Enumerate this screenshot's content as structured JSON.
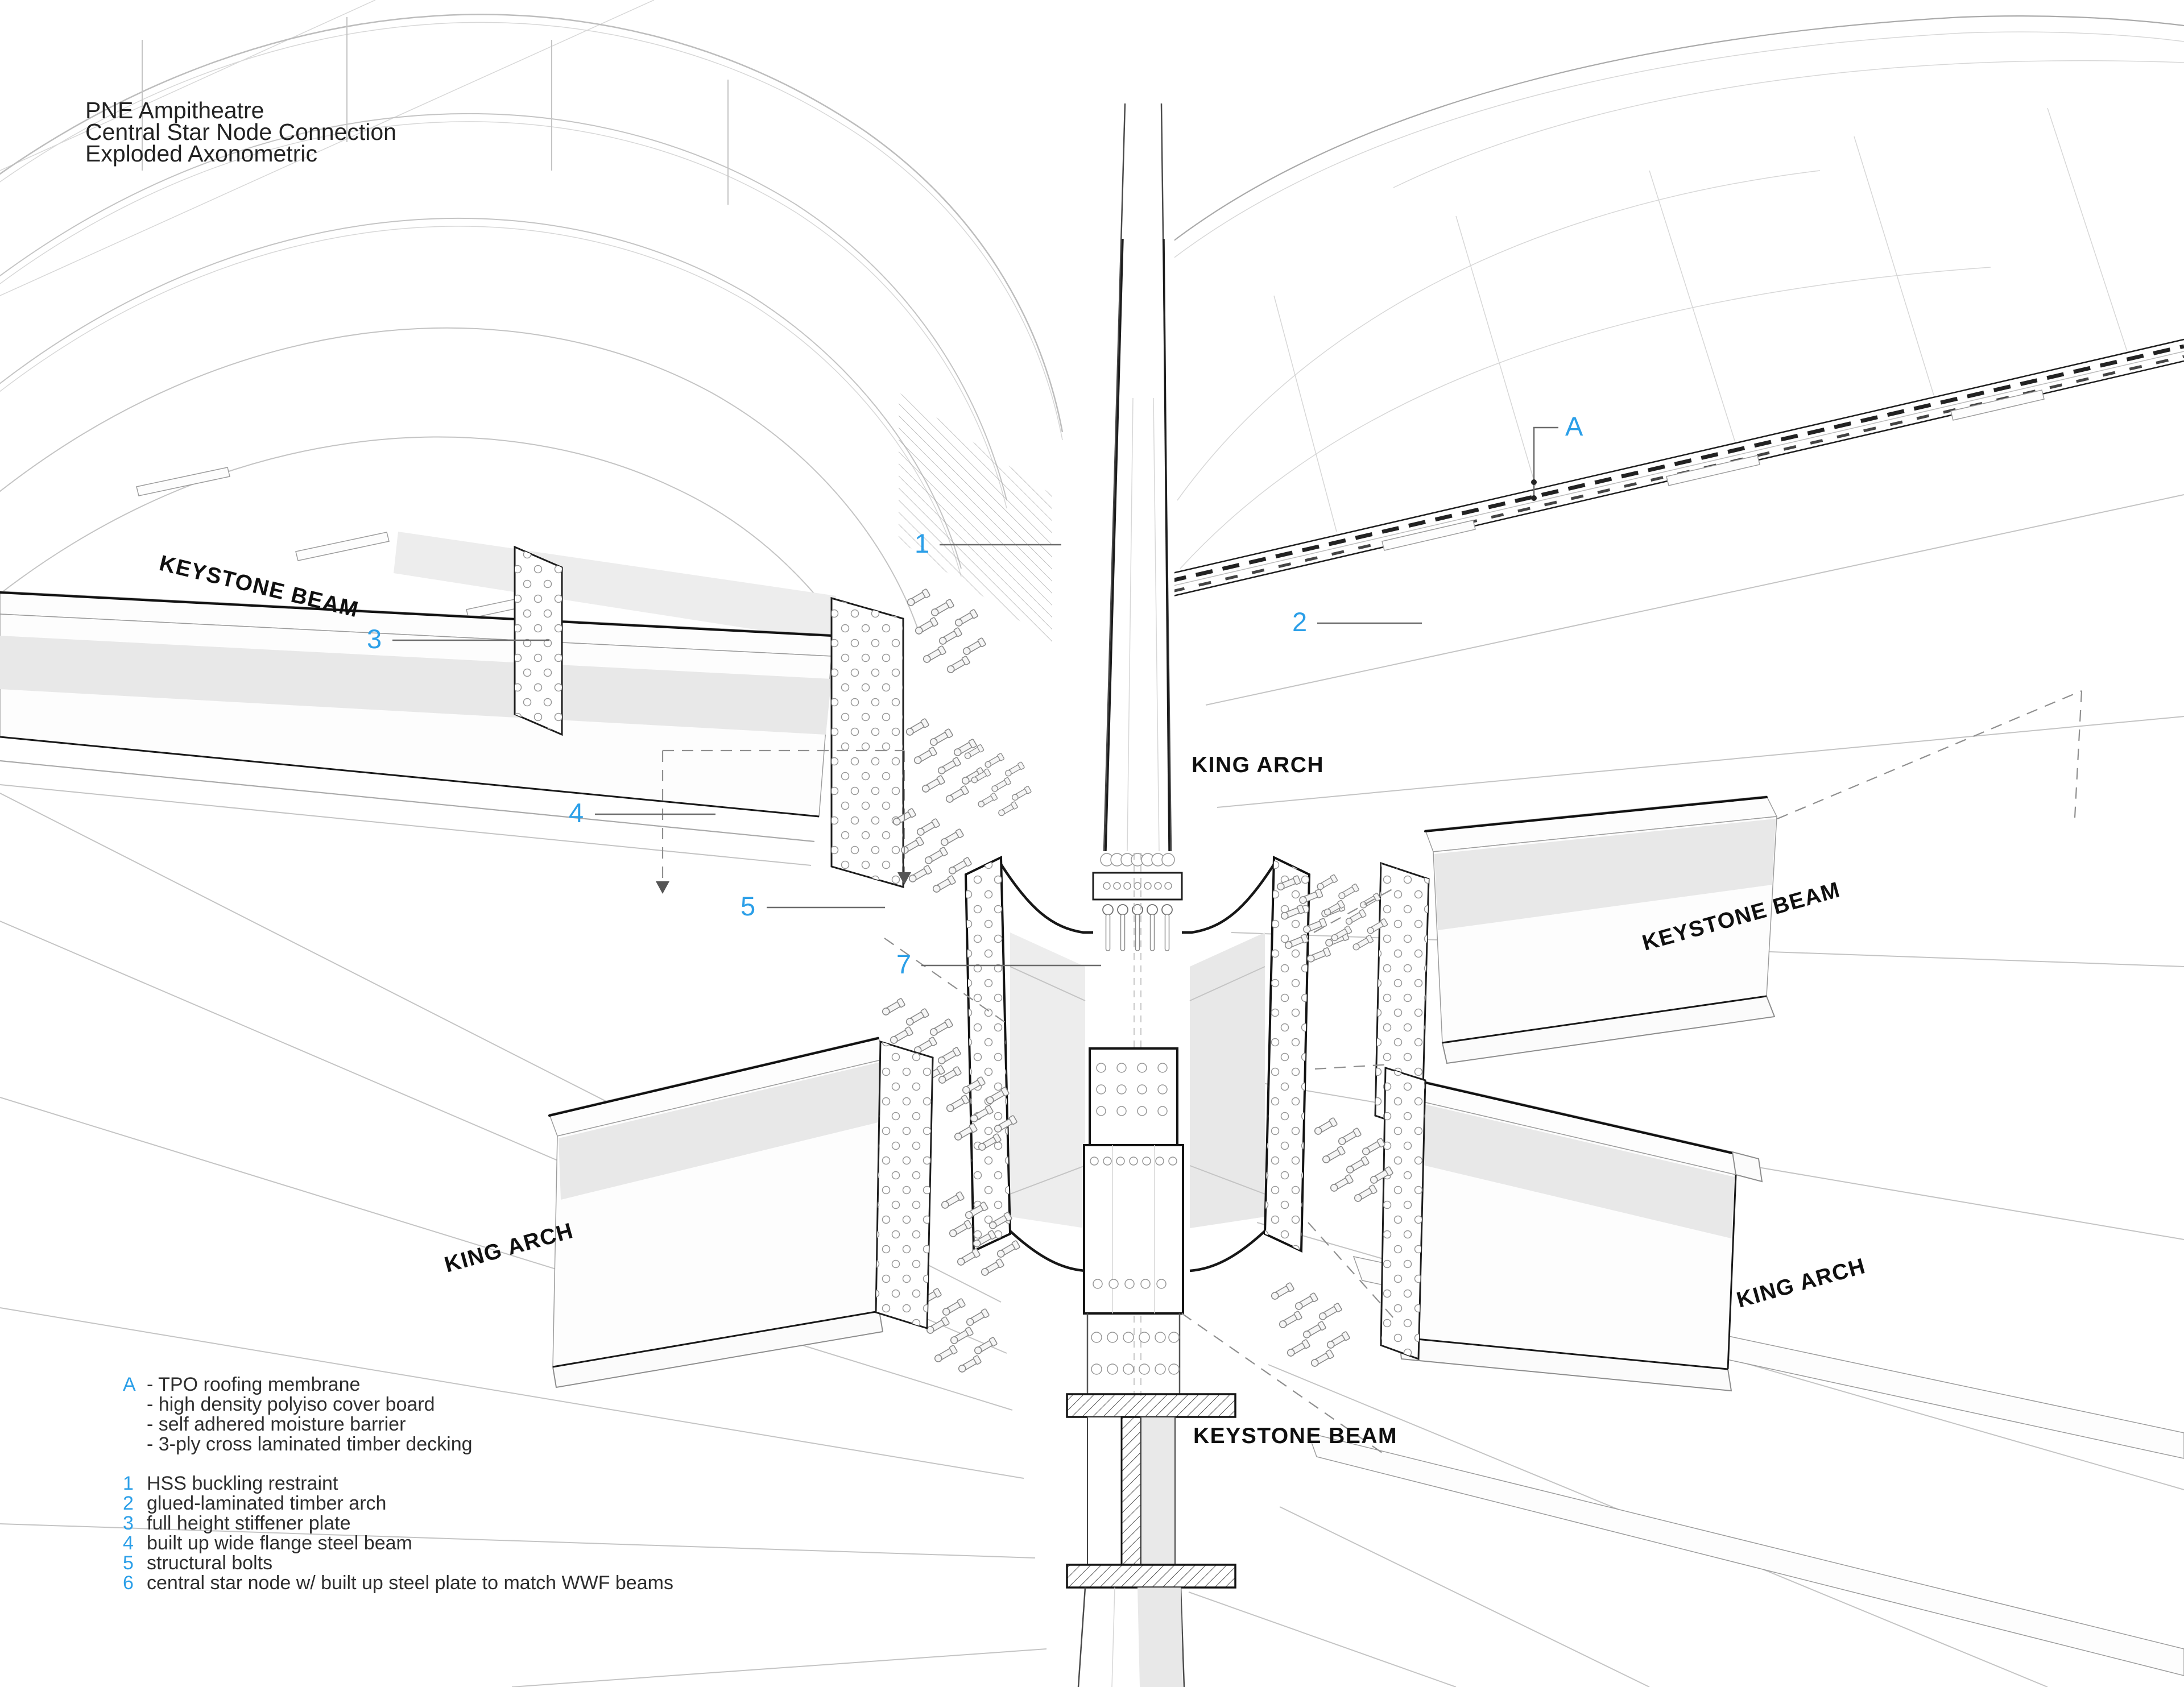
{
  "title": {
    "line1": "PNE Ampitheatre",
    "line2": "Central Star Node Connection",
    "line3": "Exploded Axonometric"
  },
  "labels": {
    "keystone_beam_left": "KEYSTONE BEAM",
    "king_arch_center": "KING ARCH",
    "keystone_beam_right": "KEYSTONE BEAM",
    "king_arch_left": "KING ARCH",
    "king_arch_right": "KING ARCH",
    "keystone_beam_bottom": "KEYSTONE BEAM"
  },
  "callouts": {
    "a": "A",
    "n1": "1",
    "n2": "2",
    "n3": "3",
    "n4": "4",
    "n5": "5",
    "n7": "7"
  },
  "legend": {
    "a": {
      "key": "A",
      "items": [
        "- TPO roofing membrane",
        "- high density polyiso cover board",
        "- self adhered moisture barrier",
        "- 3-ply cross laminated timber decking"
      ]
    },
    "numbered": [
      {
        "key": "1",
        "text": "HSS buckling restraint"
      },
      {
        "key": "2",
        "text": "glued-laminated timber arch"
      },
      {
        "key": "3",
        "text": "full height stiffener plate"
      },
      {
        "key": "4",
        "text": "built up wide flange steel beam"
      },
      {
        "key": "5",
        "text": "structural bolts"
      },
      {
        "key": "6",
        "text": "central star node w/ built up steel plate to match WWF beams"
      }
    ]
  },
  "colors": {
    "callout_blue": "#2b9fe8",
    "ink": "#111111",
    "line_light": "#d7d7d7",
    "line_mid": "#aaaaaa",
    "panel_gray": "#e8e8e8",
    "background": "#ffffff"
  }
}
